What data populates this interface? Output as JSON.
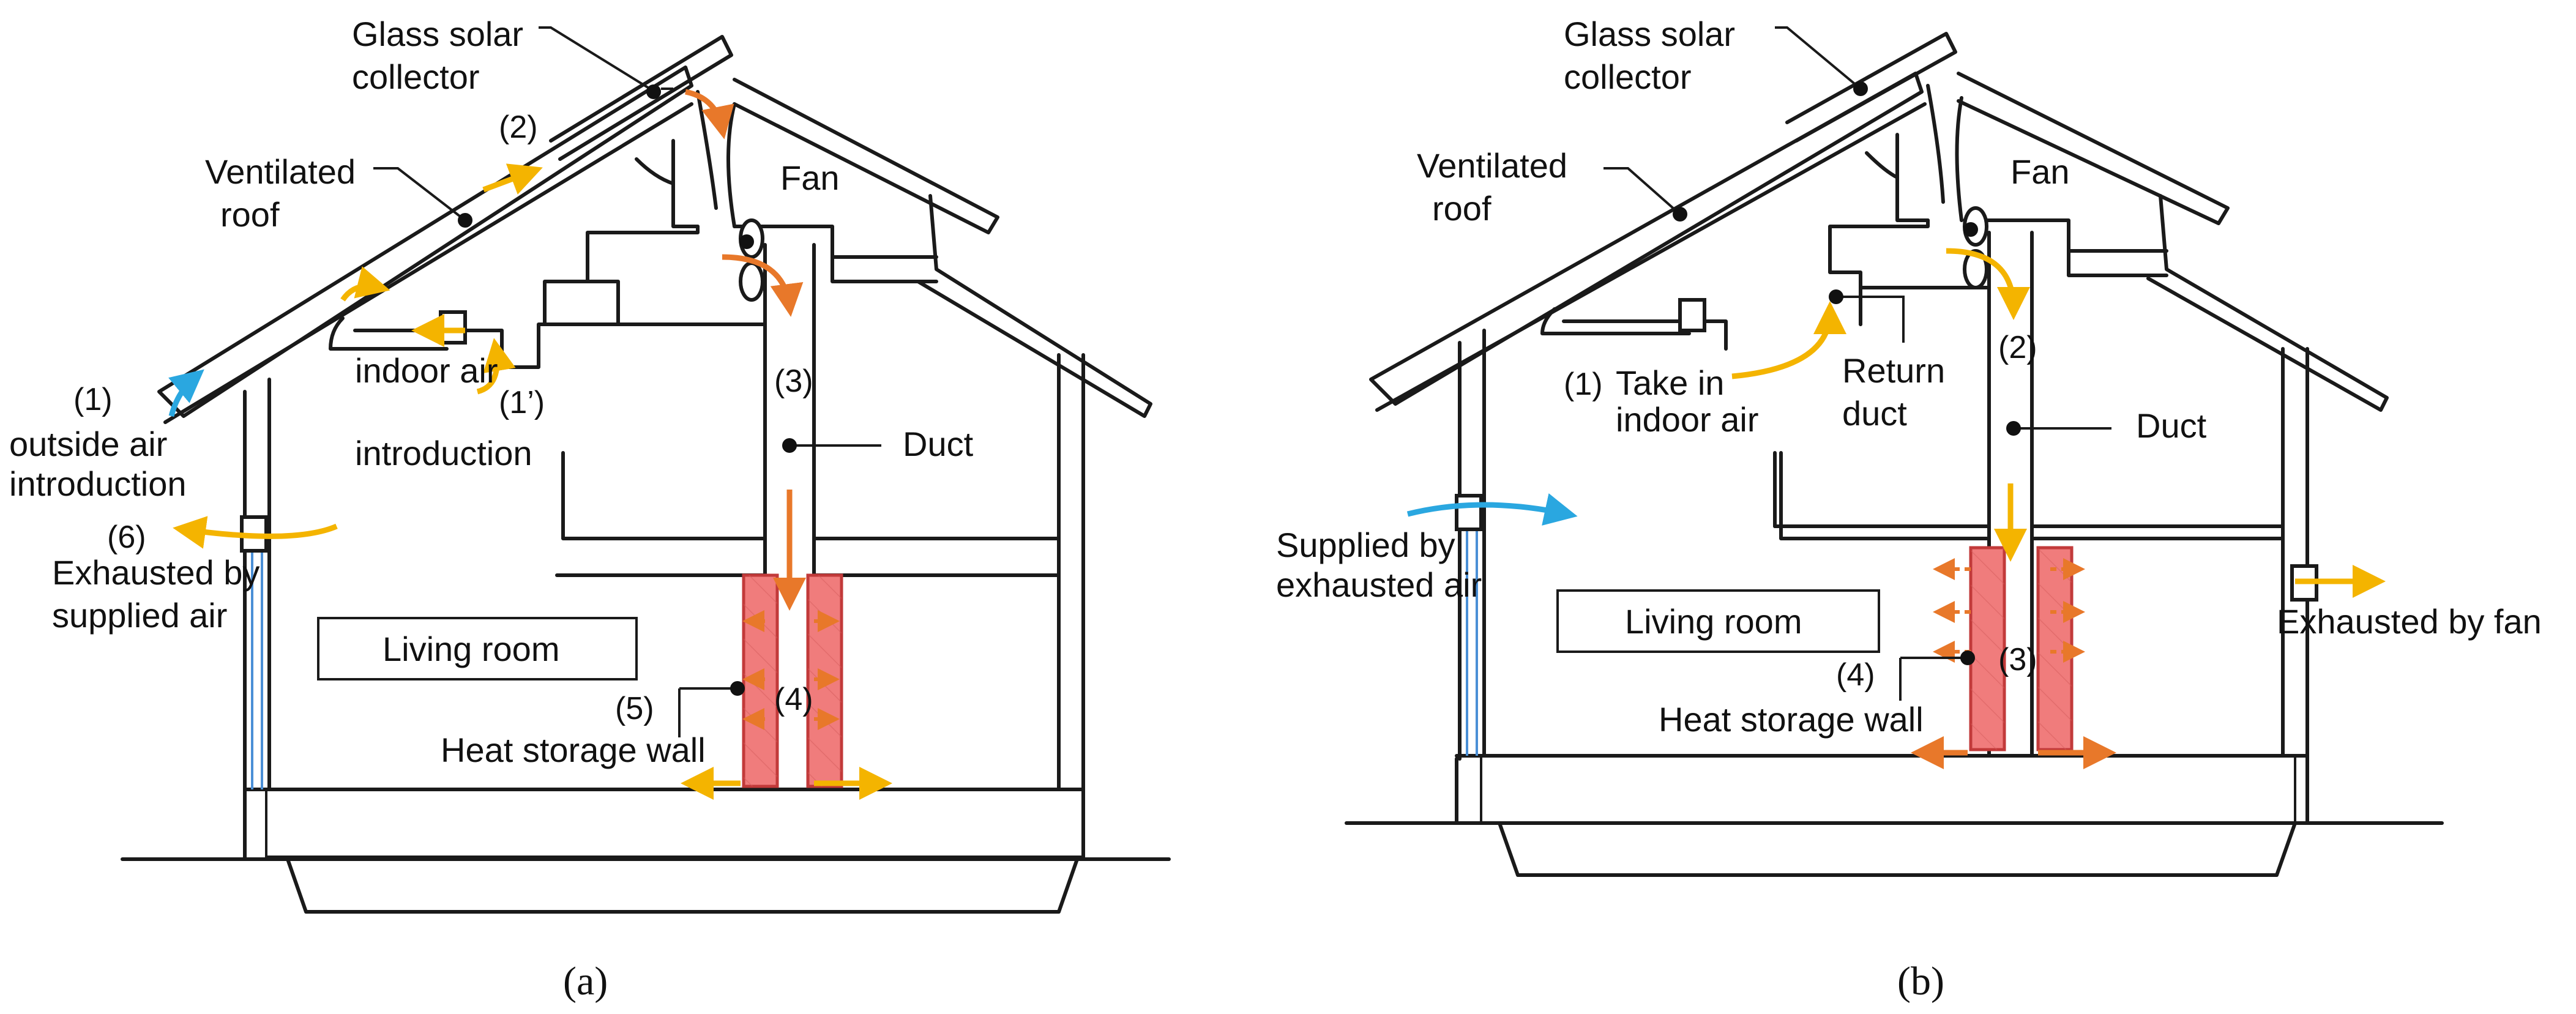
{
  "panel_a": {
    "caption": "(a)",
    "labels": {
      "glass_collector_1": "Glass solar",
      "glass_collector_2": "collector",
      "ventilated_roof_1": "Ventilated",
      "ventilated_roof_2": "roof",
      "fan": "Fan",
      "duct": "Duct",
      "living_room": "Living room",
      "heat_storage_wall": "Heat storage wall",
      "outside_air_1": "outside air",
      "outside_air_2": "introduction",
      "indoor_air_1": "indoor air",
      "indoor_air_2": "introduction",
      "exhausted_1": "Exhausted by",
      "exhausted_2": "supplied air"
    },
    "numbers": {
      "n1": "(1)",
      "n1p": "(1’)",
      "n2": "(2)",
      "n3": "(3)",
      "n4": "(4)",
      "n5": "(5)",
      "n6": "(6)"
    }
  },
  "panel_b": {
    "caption": "(b)",
    "labels": {
      "glass_collector_1": "Glass solar",
      "glass_collector_2": "collector",
      "ventilated_roof_1": "Ventilated",
      "ventilated_roof_2": "roof",
      "fan": "Fan",
      "take_in_1": "Take in",
      "take_in_2": "indoor air",
      "return_duct_1": "Return",
      "return_duct_2": "duct",
      "duct": "Duct",
      "supplied_1": "Supplied by",
      "supplied_2": "exhausted air",
      "living_room": "Living room",
      "exhausted_fan": "Exhausted by fan",
      "heat_storage_wall": "Heat storage wall"
    },
    "numbers": {
      "n1": "(1)",
      "n2": "(2)",
      "n3": "(3)",
      "n4": "(4)"
    }
  },
  "colors": {
    "hot_air": "#e8782a",
    "warm_air": "#f4b400",
    "outside_air": "#2aa7e0",
    "heat_wall": "#f07c7c"
  }
}
